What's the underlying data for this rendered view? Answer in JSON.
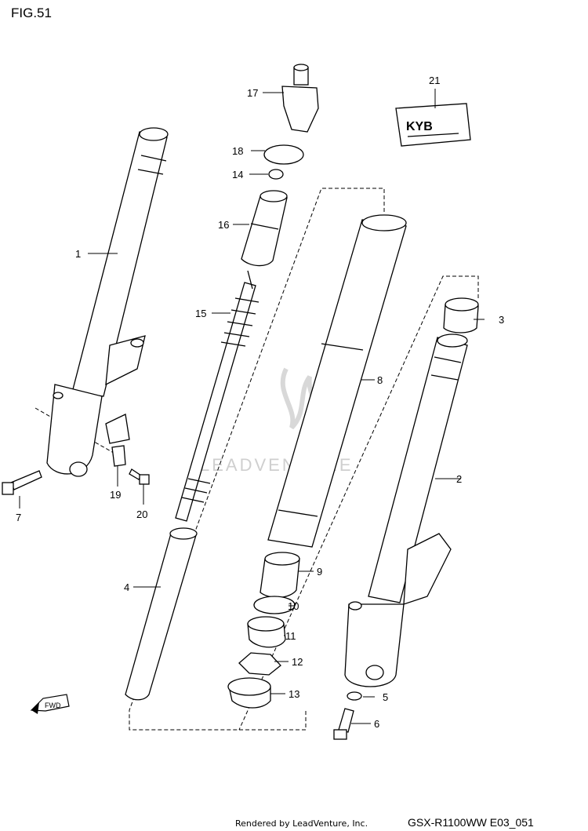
{
  "figure_label": "FIG.51",
  "watermark": "LEADVENTURE",
  "footer": {
    "rendered_by": "Rendered by LeadVenture, Inc.",
    "model_code": "GSX-R1100WW  E03_051"
  },
  "fwd_label": "FWD",
  "emblem_text": "KYB",
  "callouts": [
    "1",
    "2",
    "3",
    "4",
    "5",
    "6",
    "7",
    "8",
    "9",
    "10",
    "11",
    "12",
    "13",
    "14",
    "15",
    "16",
    "17",
    "18",
    "19",
    "20",
    "21"
  ]
}
